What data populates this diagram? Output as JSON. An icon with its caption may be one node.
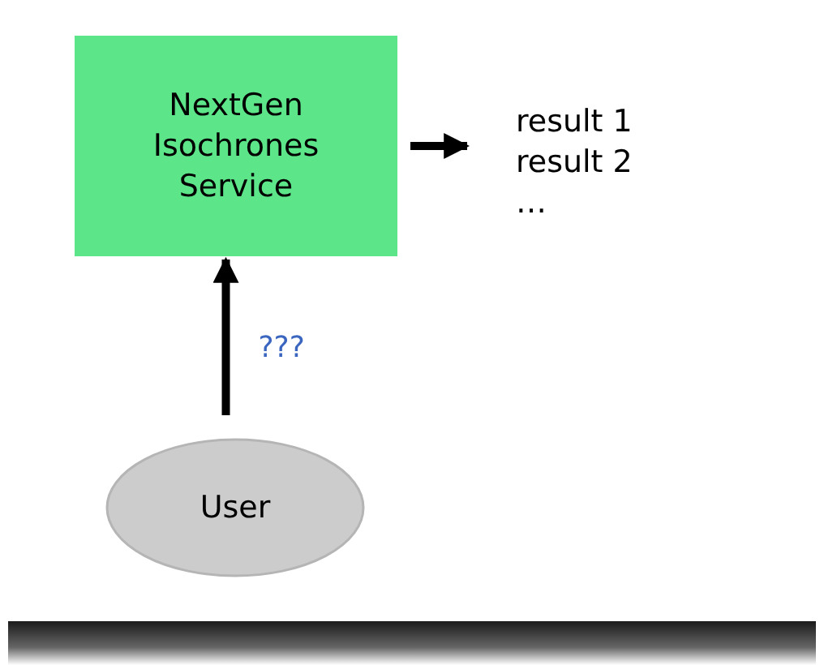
{
  "diagram": {
    "nodes": [
      {
        "text": [
          "NextGen Isochrones Service"
        ]
      },
      {
        "text": [
          "result 1",
          "result 2",
          "…"
        ]
      },
      {
        "text": [
          "User"
        ]
      }
    ],
    "edges": [
      {
        "from": 0,
        "to": 1,
        "arrow": "to"
      },
      {
        "from": 2,
        "to": 0,
        "arrow": "to",
        "label": "???"
      }
    ]
  }
}
